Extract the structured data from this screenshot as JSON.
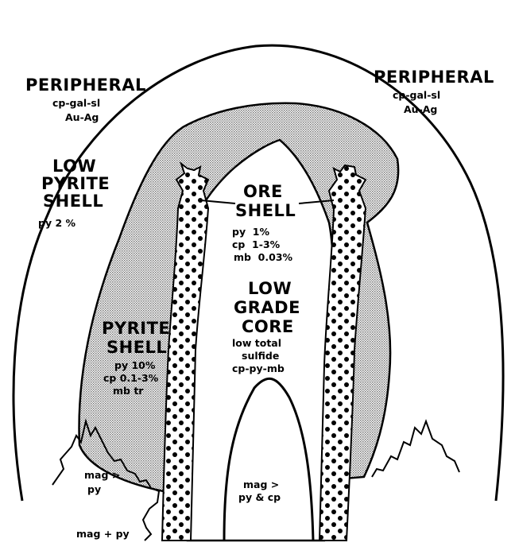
{
  "diagram": {
    "colors": {
      "ink": "#000000",
      "paper": "#ffffff",
      "stipple": "#b8b8b8"
    },
    "labels": {
      "peripheral_left_title": "PERIPHERAL",
      "peripheral_left_l1": "cp-gal-sl",
      "peripheral_left_l2": "Au-Ag",
      "peripheral_right_title": "PERIPHERAL",
      "peripheral_right_l1": "cp-gal-sl",
      "peripheral_right_l2": "Au-Ag",
      "low_pyrite_l1": "LOW",
      "low_pyrite_l2": "PYRITE",
      "low_pyrite_l3": "SHELL",
      "low_pyrite_py": "py 2 %",
      "ore_l1": "ORE",
      "ore_l2": "SHELL",
      "ore_py": "py  1%",
      "ore_cp": "cp  1-3%",
      "ore_mb": "mb  0.03%",
      "core_l1": "LOW",
      "core_l2": "GRADE",
      "core_l3": "CORE",
      "core_d1": "low total",
      "core_d2": "sulfide",
      "core_d3": "cp-py-mb",
      "pyrite_l1": "PYRITE",
      "pyrite_l2": "SHELL",
      "pyrite_py": "py 10%",
      "pyrite_cp": "cp 0.1-3%",
      "pyrite_mb": "mb tr",
      "mag_py_l1": "mag >",
      "mag_py_l2": "py",
      "mag_plus_py": "mag + py",
      "inner_mag_l1": "mag >",
      "inner_mag_l2": "py & cp"
    }
  }
}
